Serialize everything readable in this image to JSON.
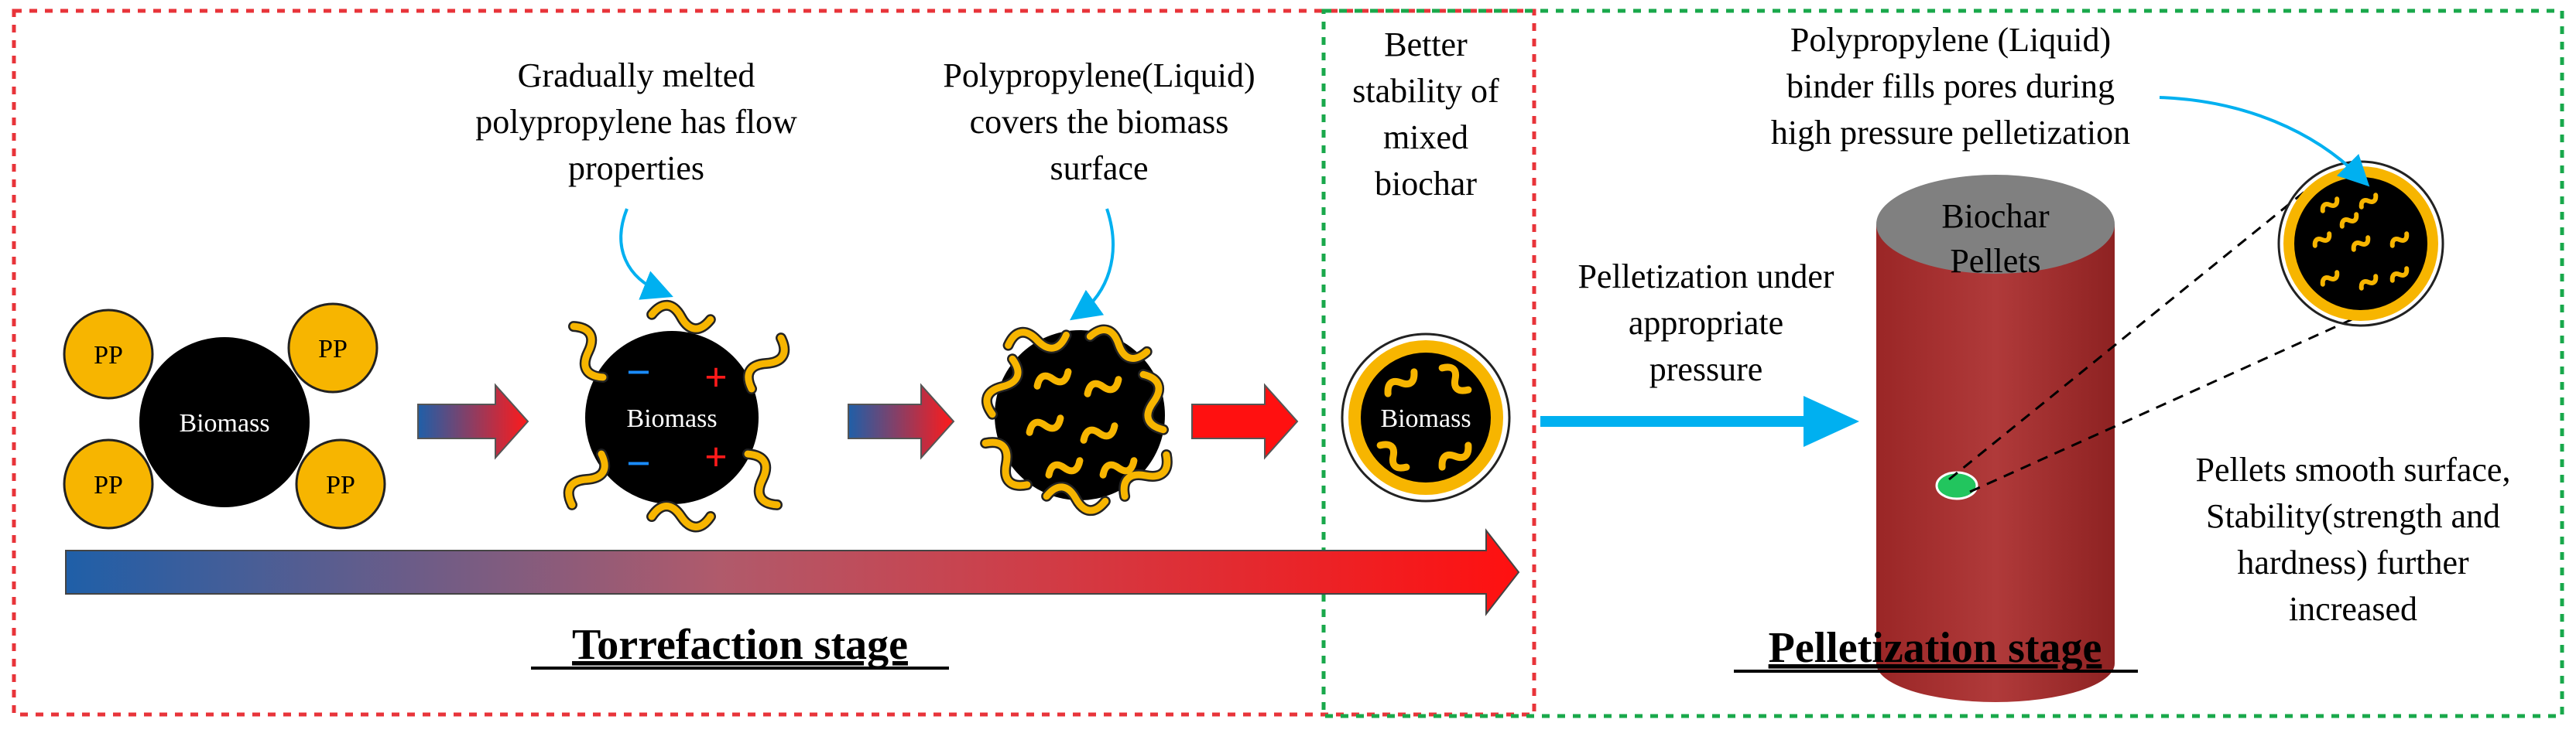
{
  "particles": {
    "pp_label": "PP",
    "biomass_label": "Biomass",
    "minus_sign": "−",
    "plus_sign": "+"
  },
  "captions": {
    "melted_pp": [
      "Gradually melted",
      "polypropylene has flow",
      "properties"
    ],
    "liquid_covers": [
      "Polypropylene(Liquid)",
      "covers the biomass",
      "surface"
    ],
    "better_stability": [
      "Better",
      "stability of",
      "mixed",
      "biochar"
    ],
    "pelletization_pressure": [
      "Pelletization under",
      "appropriate",
      "pressure"
    ],
    "binder_fills": [
      "Polypropylene (Liquid)",
      "binder fills pores during",
      "high pressure pelletization"
    ],
    "pellet_label": [
      "Biochar",
      "Pellets"
    ],
    "smooth_surface": [
      "Pellets smooth surface,",
      "Stability(strength and",
      "hardness) further",
      "increased"
    ]
  },
  "stages": {
    "torrefaction": "Torrefaction stage",
    "pelletization": "Pelletization stage"
  },
  "colors": {
    "pp_yellow": "#F7B500",
    "biomass_black": "#000000",
    "torrefaction_border": "#E8343A",
    "pelletization_border": "#19A84B",
    "gradient_start": "#1F5FA8",
    "gradient_end": "#FF1010",
    "cyan_arrow": "#00B0F0",
    "cylinder_red": "#A52A2A",
    "cylinder_top": "#808080",
    "green_dot": "#22C55E",
    "minus_blue": "#1A8CFF",
    "plus_red": "#FF1A1A"
  }
}
